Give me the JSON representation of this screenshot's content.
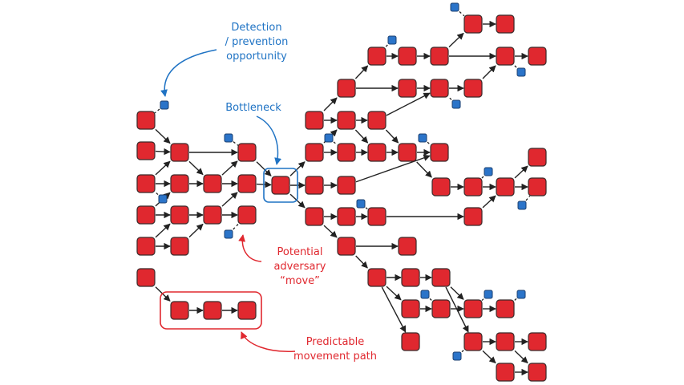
{
  "annotations": {
    "detection": [
      "Detection",
      "/ prevention",
      "opportunity"
    ],
    "bottleneck": "Bottleneck",
    "adversary": [
      "Potential",
      "adversary",
      "“move”"
    ],
    "predictable": [
      "Predictable",
      "movement path"
    ]
  },
  "colors": {
    "node": "#e0282f",
    "detection_point": "#2b74c9",
    "annotation_blue": "#1f73c4",
    "annotation_red": "#e0282f"
  }
}
